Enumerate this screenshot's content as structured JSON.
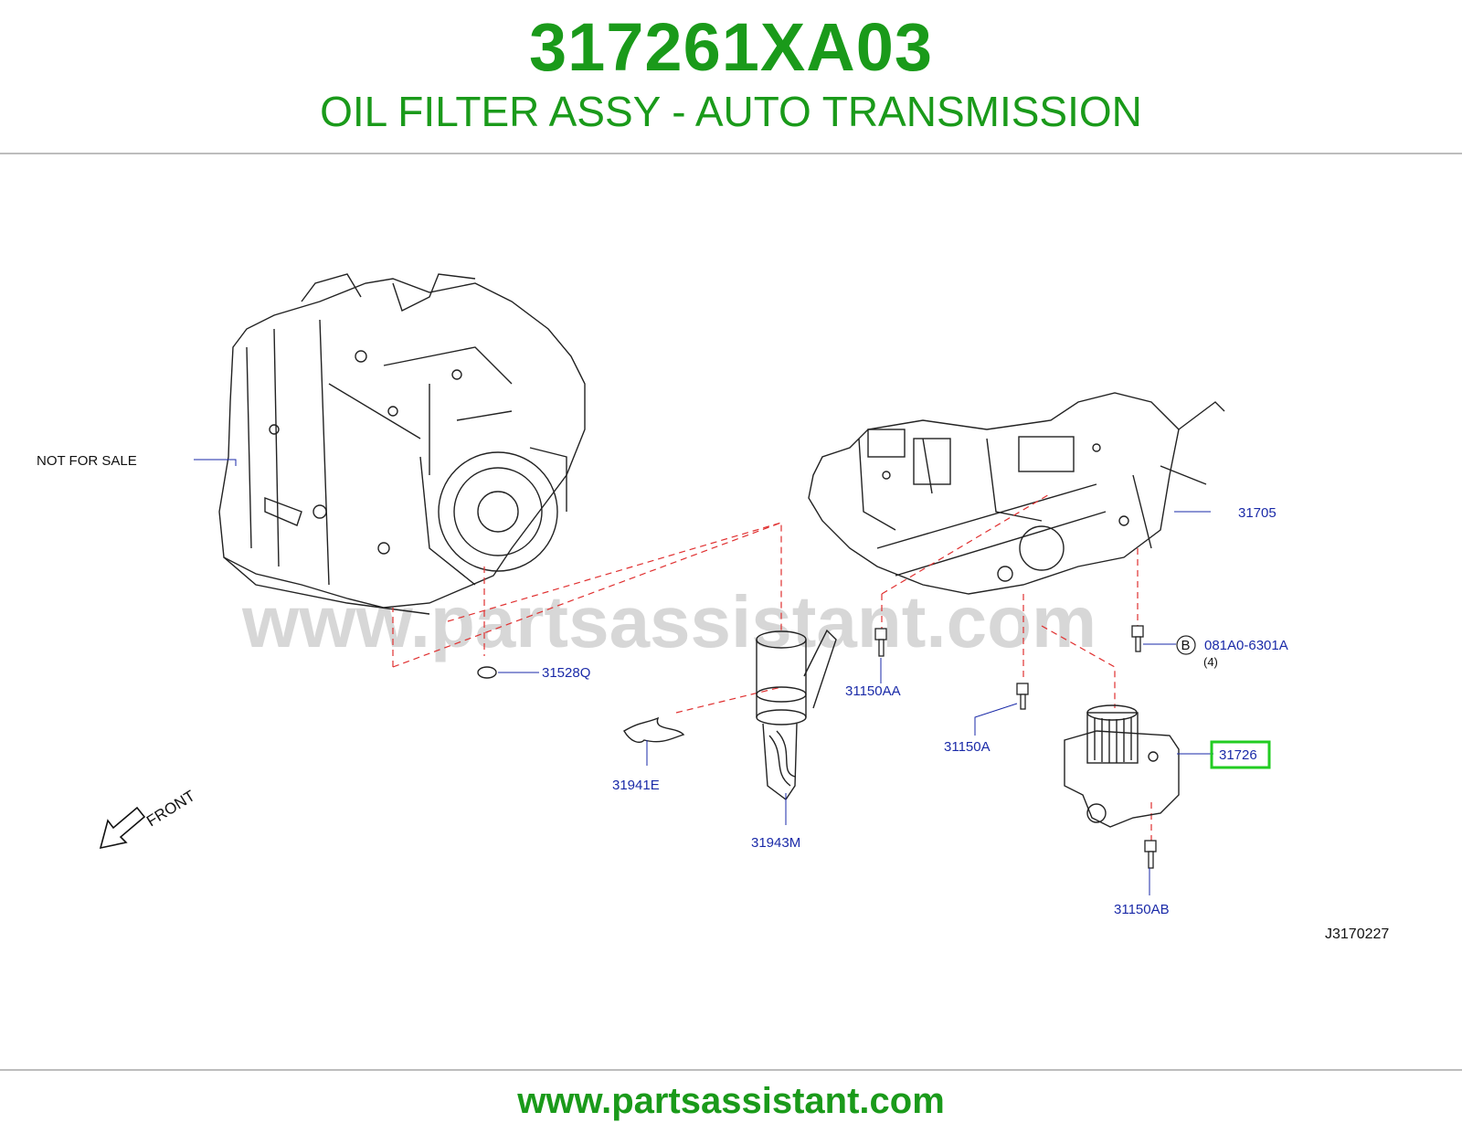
{
  "header": {
    "part_number": "317261XA03",
    "description": "OIL FILTER ASSY - AUTO TRANSMISSION"
  },
  "diagram": {
    "watermark": "www.partsassistant.com",
    "not_for_sale": "NOT   FOR   SALE",
    "front_label": "FRONT",
    "figure_code": "J3170227",
    "callouts": {
      "p31705": "31705",
      "p081A0": "081A0-6301A",
      "p081A0_qty": "(4)",
      "bolt_marker": "B",
      "p31528Q": "31528Q",
      "p31150AA": "31150AA",
      "p31150A": "31150A",
      "p31726": "31726",
      "p31941E": "31941E",
      "p31943M": "31943M",
      "p31150AB": "31150AB"
    }
  },
  "footer": {
    "url": "www.partsassistant.com"
  },
  "colors": {
    "brand_green": "#1a9a1a",
    "callout_blue": "#1a2aa8",
    "leader_red": "#e03030",
    "highlight_green": "#22cc22"
  }
}
